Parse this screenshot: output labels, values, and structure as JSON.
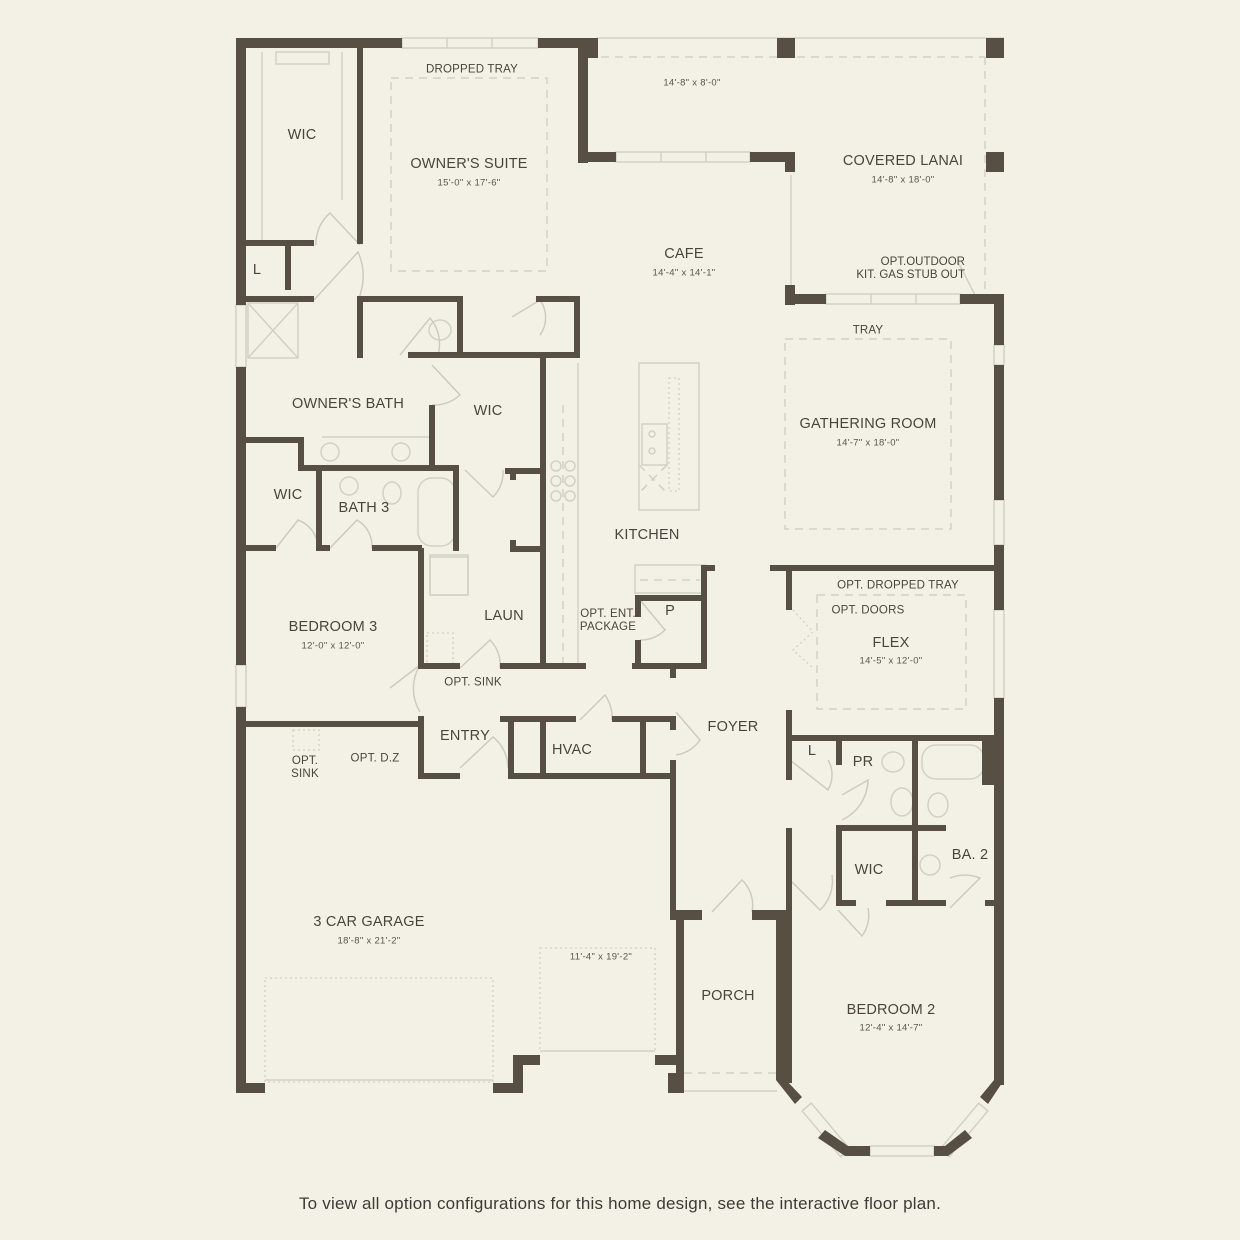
{
  "plan": {
    "colors": {
      "background": "#f3f1e6",
      "wall": "#574e44",
      "fixture_line": "#d3cfc3",
      "text": "#4a443d"
    },
    "rooms": {
      "owners_suite": {
        "name": "OWNER'S SUITE",
        "dims": "15'-0\" x 17'-6\"",
        "ceiling": "DROPPED TRAY"
      },
      "wic_owner_top": {
        "name": "WIC"
      },
      "linen_owner": {
        "name": "L"
      },
      "owners_bath": {
        "name": "OWNER'S BATH"
      },
      "wic_owner_bath": {
        "name": "WIC"
      },
      "wic_bed3": {
        "name": "WIC"
      },
      "bath3": {
        "name": "BATH 3"
      },
      "bedroom3": {
        "name": "BEDROOM 3",
        "dims": "12'-0\" x 12'-0\""
      },
      "laundry": {
        "name": "LAUN"
      },
      "lanai_extension": {
        "dims": "14'-8\" x 8'-0\""
      },
      "covered_lanai": {
        "name": "COVERED LANAI",
        "dims": "14'-8\" x 18'-0\""
      },
      "cafe": {
        "name": "CAFE",
        "dims": "14'-4\" x 14'-1\""
      },
      "gathering_room": {
        "name": "GATHERING ROOM",
        "dims": "14'-7\" x 18'-0\"",
        "ceiling": "TRAY"
      },
      "kitchen": {
        "name": "KITCHEN"
      },
      "pantry": {
        "name": "P"
      },
      "flex": {
        "name": "FLEX",
        "dims": "14'-5\" x 12'-0\"",
        "ceiling": "OPT. DROPPED TRAY"
      },
      "foyer": {
        "name": "FOYER"
      },
      "entry": {
        "name": "ENTRY"
      },
      "hvac": {
        "name": "HVAC"
      },
      "linen_pr": {
        "name": "L"
      },
      "powder_room": {
        "name": "PR"
      },
      "bath2": {
        "name": "BA. 2"
      },
      "wic_bed2": {
        "name": "WIC"
      },
      "garage": {
        "name": "3 CAR GARAGE",
        "dims": "18'-8\" x 21'-2\""
      },
      "garage_bay3": {
        "dims": "11'-4\" x 19'-2\""
      },
      "porch": {
        "name": "PORCH"
      },
      "bedroom2": {
        "name": "BEDROOM 2",
        "dims": "12'-4\" x 14'-7\""
      }
    },
    "notes": {
      "outdoor_kitchen_line1": "OPT.OUTDOOR",
      "outdoor_kitchen_line2": "KIT. GAS STUB OUT",
      "ent_package_line1": "OPT. ENT.",
      "ent_package_line2": "PACKAGE",
      "opt_sink_laundry": "OPT. SINK",
      "opt_sink_garage_line1": "OPT.",
      "opt_sink_garage_line2": "SINK",
      "opt_dz": "OPT. D.Z",
      "opt_doors": "OPT. DOORS"
    }
  },
  "caption": "To view all option configurations for this home design, see the interactive floor plan."
}
